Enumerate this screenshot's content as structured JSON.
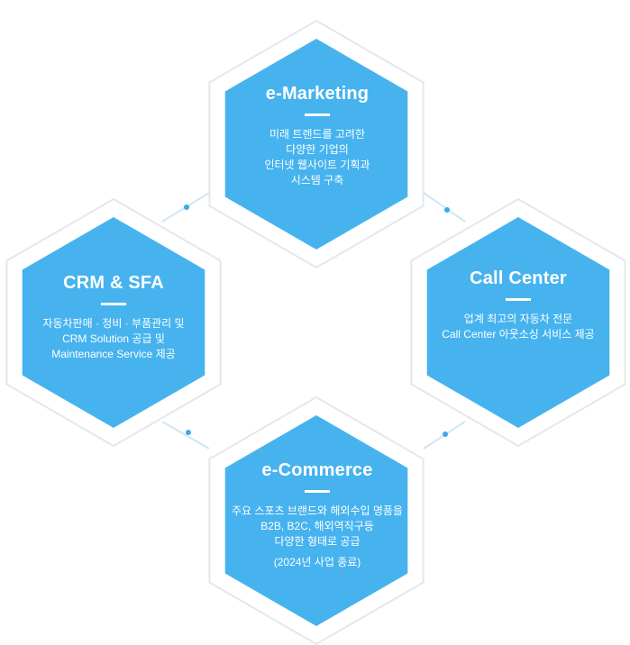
{
  "colors": {
    "hex_fill": "#46b3ef",
    "outline": "#e4e7ec",
    "connector": "#d0e6f5",
    "dot": "#3aaae8"
  },
  "nodes": {
    "marketing": {
      "title": "e-Marketing",
      "lines": [
        "미래 트렌드를 고려한",
        "다양한 기업의",
        "인터넷 웹사이트 기획과",
        "시스템 구축"
      ]
    },
    "crm": {
      "title": "CRM & SFA",
      "lines": [
        "자동차판매 · 정비 · 부품관리 및",
        "CRM Solution 공급 및",
        "Maintenance Service 제공"
      ]
    },
    "callcenter": {
      "title": "Call Center",
      "lines": [
        "업계 최고의 자동차 전문",
        "Call Center 아웃소싱 서비스 제공"
      ]
    },
    "commerce": {
      "title": "e-Commerce",
      "lines": [
        "주요 스포츠 브랜드와 해외수입 명품을",
        "B2B, B2C, 해외역직구등",
        "다양한 형태로 공급"
      ],
      "note": "(2024년 사업 종료)"
    }
  }
}
